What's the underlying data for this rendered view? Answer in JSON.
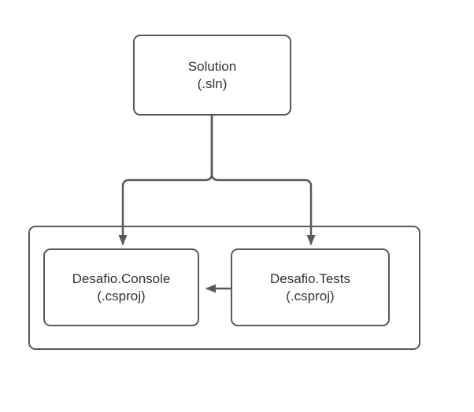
{
  "diagram": {
    "background_color": "#ffffff",
    "stroke_color": "#595959",
    "text_color": "#333333",
    "nodes": {
      "solution": {
        "line1": "Solution",
        "line2": "(.sln)"
      },
      "console": {
        "line1": "Desafio.Console",
        "line2": "(.csproj)"
      },
      "tests": {
        "line1": "Desafio.Tests",
        "line2": "(.csproj)"
      }
    },
    "edges": [
      {
        "from": "solution",
        "to": "console",
        "style": "arrow"
      },
      {
        "from": "solution",
        "to": "tests",
        "style": "arrow"
      },
      {
        "from": "tests",
        "to": "console",
        "style": "arrow"
      }
    ]
  }
}
